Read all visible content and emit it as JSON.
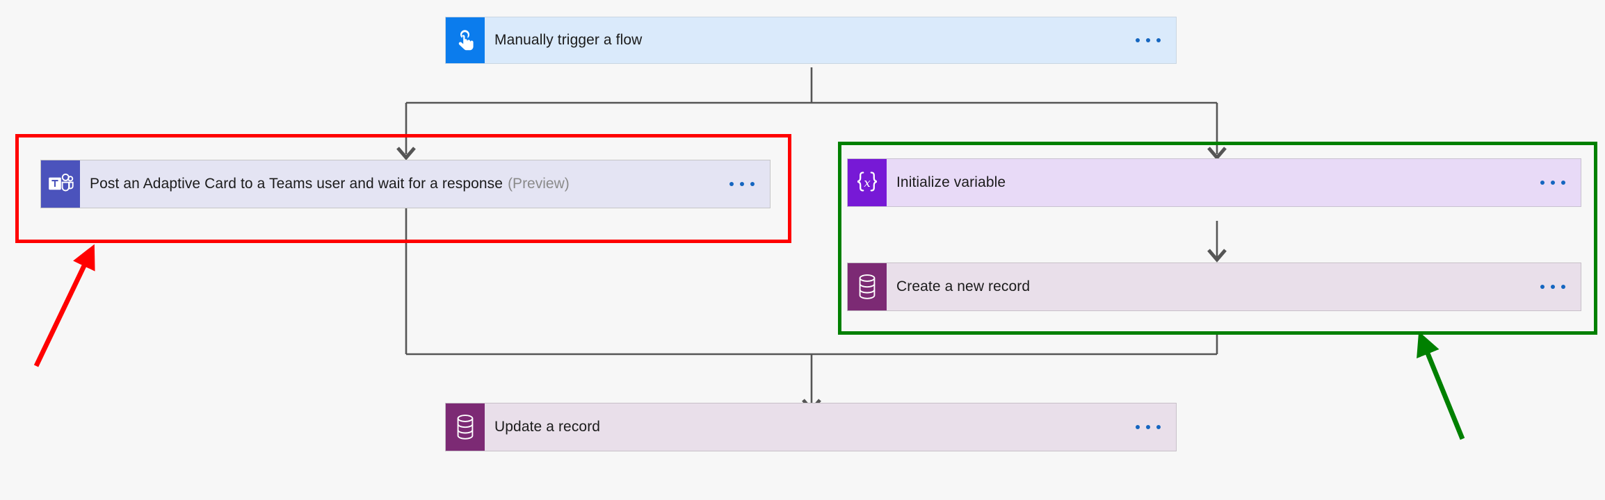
{
  "app": {
    "name": "Power Automate flow designer canvas",
    "background_color": "#f7f7f7"
  },
  "nodes": [
    {
      "id": "trigger",
      "title": "Manually trigger a flow",
      "subtitle": "",
      "icon": "touch-hand-icon",
      "icon_color": "#0b7ced",
      "card_color": "#daeafb",
      "menu_label": "..."
    },
    {
      "id": "teams-card",
      "title": "Post an Adaptive Card to a Teams user and wait for a response",
      "subtitle": "(Preview)",
      "icon": "microsoft-teams-icon",
      "icon_color": "#4b53bc",
      "card_color": "#e4e4f3",
      "menu_label": "..."
    },
    {
      "id": "initialize-variable",
      "title": "Initialize variable",
      "subtitle": "",
      "icon": "variable-braces-x-icon",
      "icon_color": "#7719d6",
      "card_color": "#e8daf7",
      "menu_label": "..."
    },
    {
      "id": "create-record",
      "title": "Create a new record",
      "subtitle": "",
      "icon": "database-cylinder-icon",
      "icon_color": "#7c2a74",
      "card_color": "#e9dfea",
      "menu_label": "..."
    },
    {
      "id": "update-record",
      "title": "Update a record",
      "subtitle": "",
      "icon": "database-cylinder-icon",
      "icon_color": "#7c2a74",
      "card_color": "#e9dfea",
      "menu_label": "..."
    }
  ],
  "annotations": {
    "red": {
      "color": "#ff0000",
      "target": "teams-card",
      "shape": "rectangle-with-arrow"
    },
    "green": {
      "color": "#008000",
      "target": "parallel-branch-group",
      "shape": "rectangle-with-arrow"
    }
  },
  "connectors": {
    "color": "#555555",
    "style": "orthogonal-with-arrowheads"
  }
}
